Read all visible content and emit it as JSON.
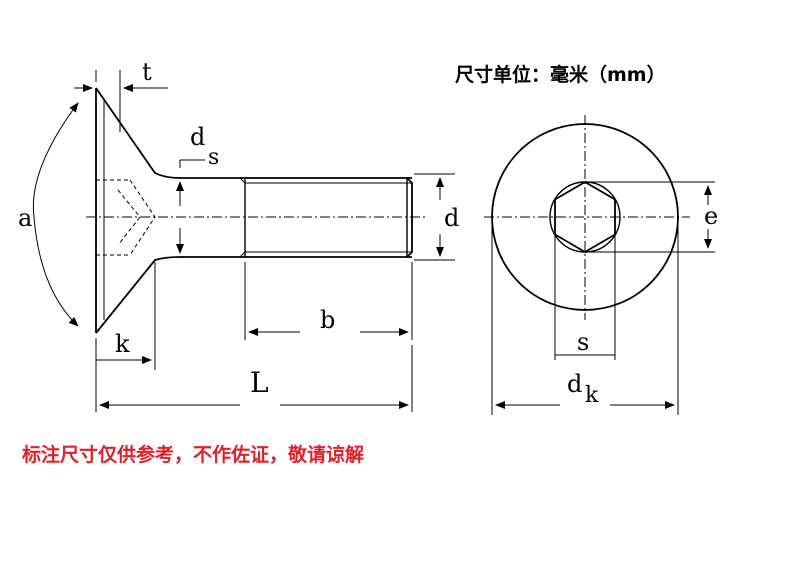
{
  "unit_note": "尺寸单位：毫米（mm）",
  "disclaimer": "标注尺寸仅供参考，不作佐证，敬请谅解",
  "labels": {
    "t": "t",
    "ds_main": "d",
    "ds_sub": "s",
    "a": "a",
    "d": "d",
    "e": "e",
    "b": "b",
    "k": "k",
    "L": "L",
    "s": "s",
    "dk_main": "d",
    "dk_sub": "k"
  }
}
